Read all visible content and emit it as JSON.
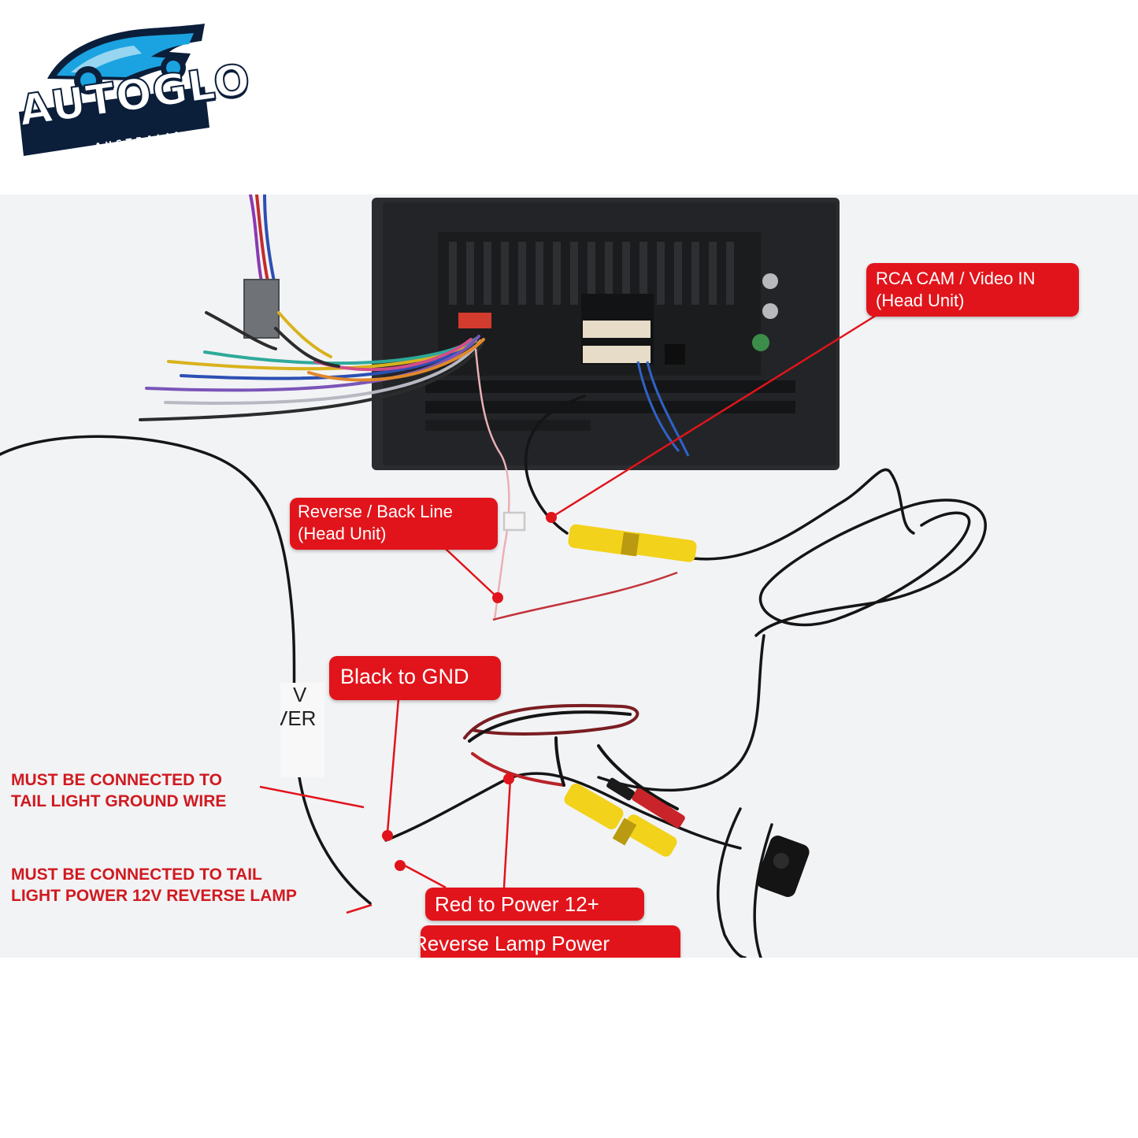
{
  "logo": {
    "brand": "AUTOGLO",
    "region": "AUSTRALIA"
  },
  "diagram": {
    "callouts": {
      "rca_cam": {
        "line1": "RCA CAM / Video IN",
        "line2": "(Head Unit)"
      },
      "reverse_line": {
        "line1": "Reverse / Back Line",
        "line2": "(Head Unit)"
      },
      "black_gnd": "Black to GND",
      "red_power": "Red to Power 12+",
      "reverse_lamp": "Reverse Lamp Power"
    },
    "notes": {
      "ground": {
        "line1": "MUST BE CONNECTED TO",
        "line2": "TAIL LIGHT GROUND WIRE"
      },
      "power": {
        "line1": "MUST BE CONNECTED TO TAIL",
        "line2": "LIGHT POWER 12V REVERSE LAMP"
      }
    },
    "wire_tag": {
      "line1": "V",
      "line2": "VER"
    }
  },
  "colors": {
    "callout_red": "#e1141b",
    "note_red": "#d01a20",
    "rca_yellow": "#f2d21b",
    "head_unit": "#26272a",
    "logo_navy": "#0b1e3a",
    "logo_blue": "#1aa3e0"
  }
}
